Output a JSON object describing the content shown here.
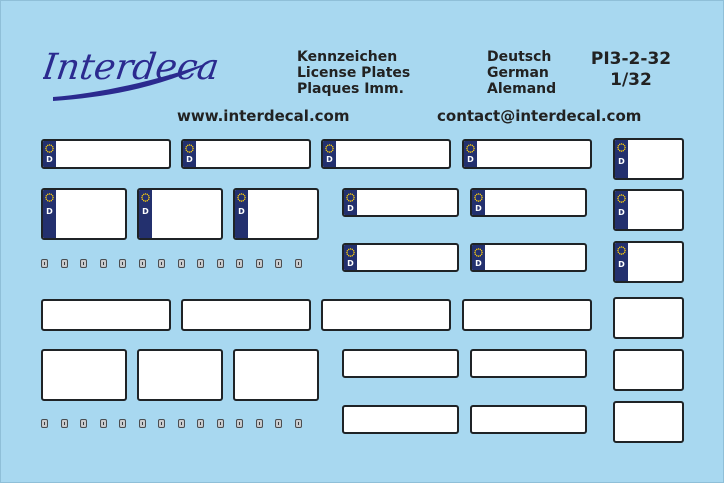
{
  "brand": {
    "logo_text": "Interdecal",
    "logo_color": "#2b2a8f"
  },
  "header": {
    "subject_lines": [
      "Kennzeichen",
      "License Plates",
      "Plaques Imm."
    ],
    "language_lines": [
      "Deutsch",
      "German",
      "Alemand"
    ],
    "article_code": "PI3-2-32",
    "scale": "1/32",
    "website": "www.interdecal.com",
    "email": "contact@interdecal.com"
  },
  "plate": {
    "country_code": "D",
    "band_color": "#23306e",
    "star_color": "#f1c40f"
  },
  "colors": {
    "sheet_background": "#a8d8f0",
    "plate_border": "#1f2326",
    "header_text": "#222222"
  }
}
